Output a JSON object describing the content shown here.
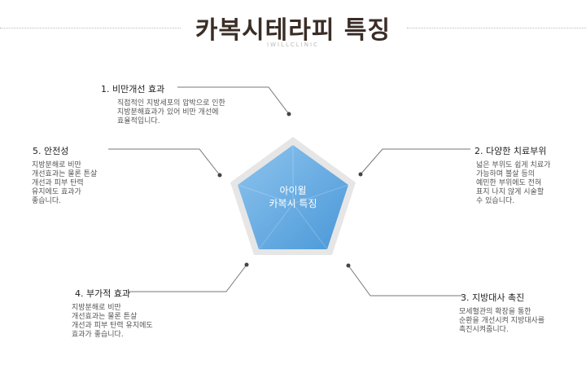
{
  "title": "카복시테라피 특징",
  "subtitle": "IWILLCLINIC",
  "center": {
    "line1": "아이윌",
    "line2": "카복시 특징"
  },
  "features": [
    {
      "heading": "1. 비만개선 효과",
      "lines": [
        "직접적인 지방세포의 압박으로 인한",
        "지방분해효과가 있어 비만 개선에",
        "효율적입니다."
      ]
    },
    {
      "heading": "2. 다양한 치료부위",
      "lines": [
        "넓은 부위도 쉽게 치료가",
        "가능하며 불살 등의",
        "예민한 부위에도 전혀",
        "표지 나지 않게 시술할",
        "수 있습니다."
      ]
    },
    {
      "heading": "3. 지방대사 촉진",
      "lines": [
        "모세혈관의 확장을 통한",
        "순환을 개선시켜 지방대사를",
        "촉진시켜줍니다."
      ]
    },
    {
      "heading": "4. 부가적 효과",
      "lines": [
        "지방분해로 비만",
        "개선효과는 물론 튼살",
        "개선과 피부 탄력 유지에도",
        "효과가 좋습니다."
      ]
    },
    {
      "heading": "5. 안전성",
      "lines": [
        "지방분해로 비만",
        "개선효과는 물론 튼살",
        "개선과 피부 탄력",
        "유지에도 효과가",
        "좋습니다."
      ]
    }
  ],
  "colors": {
    "title": "#3a2d26",
    "pentagon_outer": "#e6e6e6",
    "pentagon_light": "#8ec4ee",
    "pentagon_dark": "#4a98d8",
    "connector": "#777777"
  }
}
